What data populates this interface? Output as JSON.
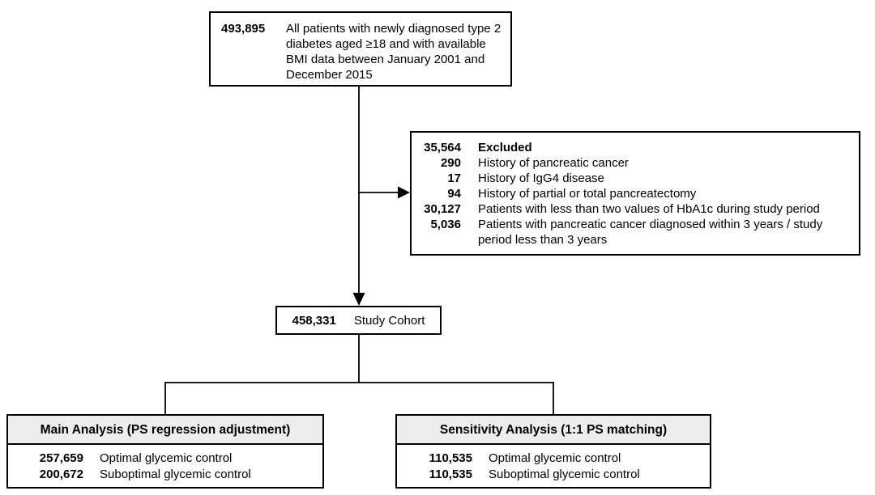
{
  "diagram": {
    "type": "patient-flow-chart",
    "top_box": {
      "count": "493,895",
      "label": "All patients with newly diagnosed type 2 diabetes aged ≥18 and with available BMI data between January 2001 and December 2015"
    },
    "excluded_box": {
      "count": "35,564",
      "label": "Excluded",
      "items": [
        {
          "count": "290",
          "label": "History of pancreatic cancer"
        },
        {
          "count": "17",
          "label": "History of IgG4 disease"
        },
        {
          "count": "94",
          "label": "History of partial or total pancreatectomy"
        },
        {
          "count": "30,127",
          "label": "Patients with less than two values of HbA1c during study period"
        },
        {
          "count": "5,036",
          "label": "Patients with pancreatic cancer diagnosed within 3 years / study period less than 3 years"
        }
      ]
    },
    "cohort_box": {
      "count": "458,331",
      "label": "Study Cohort"
    },
    "main_analysis_box": {
      "title": "Main Analysis (PS regression adjustment)",
      "items": [
        {
          "count": "257,659",
          "label": "Optimal glycemic control"
        },
        {
          "count": "200,672",
          "label": "Suboptimal glycemic control"
        }
      ]
    },
    "sensitivity_analysis_box": {
      "title": "Sensitivity Analysis (1:1 PS matching)",
      "items": [
        {
          "count": "110,535",
          "label": "Optimal glycemic control"
        },
        {
          "count": "110,535",
          "label": "Suboptimal glycemic control"
        }
      ]
    },
    "colors": {
      "line": "#000000",
      "box_border": "#000000",
      "header_background": "#ededed",
      "page_background": "#ffffff",
      "text": "#000000"
    }
  }
}
